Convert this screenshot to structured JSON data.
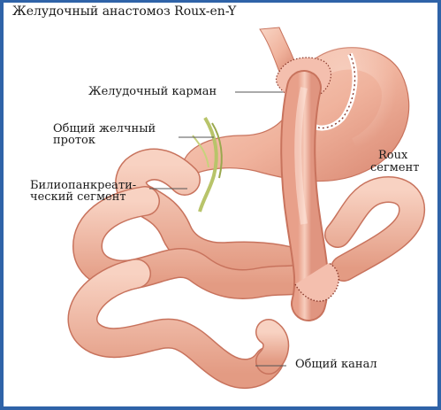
{
  "diagram": {
    "title": "Желудочный анастомоз Roux-en-Y",
    "labels": {
      "pouch": "Желудочный карман",
      "bile_duct_1": "Общий желчный",
      "bile_duct_2": "проток",
      "biliopancreatic_1": "Билиопанкреати-",
      "biliopancreatic_2": "ческий сегмент",
      "roux_1": "Roux",
      "roux_2": "сегмент",
      "common_channel": "Общий канал"
    }
  },
  "colors": {
    "frame": "#2f63a8",
    "tissue_light": "#f6c9b7",
    "tissue_mid": "#eaa48c",
    "tissue_dark": "#c8735d",
    "suture": "#8a3a2c",
    "bile_duct": "#b8c46a",
    "leader_line": "#555555"
  }
}
